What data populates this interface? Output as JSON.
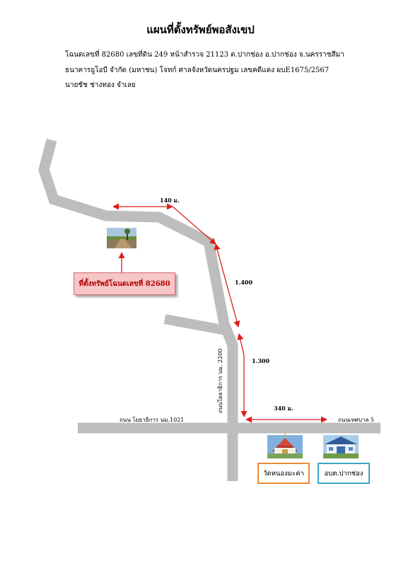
{
  "header": {
    "title": "แผนที่ตั้งทรัพย์พอสังเขป",
    "line1": "โฉนดเลขที่ 82680 เลขที่ดิน 249 หน้าสำรวจ 21123 ต.ปากช่อง อ.ปากช่อง จ.นครราชสีมา",
    "line2": "ธนาคารยูโอบี จำกัด (มหาชน)    โจทก์ ศาลจังหวัดนครปฐม  เลขคดีแดง ผบE1675/2567",
    "line3": "นายชัช ช่างทอง   จำเลย"
  },
  "map": {
    "distances": {
      "d1": "140 ม.",
      "d2": "1.400",
      "d3": "1.300",
      "d4": "340 ม."
    },
    "roads": {
      "vertical": "ถนนโยธาธิการ  นม. 2200",
      "west": "ถนน โยธาธิการ นม.1021",
      "east": "ถนนเทศบาล 5"
    },
    "plot_label": "ที่ตั้งทรัพย์โฉนดเลขที่ 82680",
    "landmarks": {
      "temple": "วัดหนองมะค่า",
      "office": "อบต.ปากช่อง"
    },
    "colors": {
      "road": "#bdbdbd",
      "arrow": "#e01b1b",
      "plot_box_fill": "#f7c6c6",
      "plot_text": "#b00000",
      "temple_border": "#ee8a30",
      "office_border": "#3aa6c4"
    }
  }
}
